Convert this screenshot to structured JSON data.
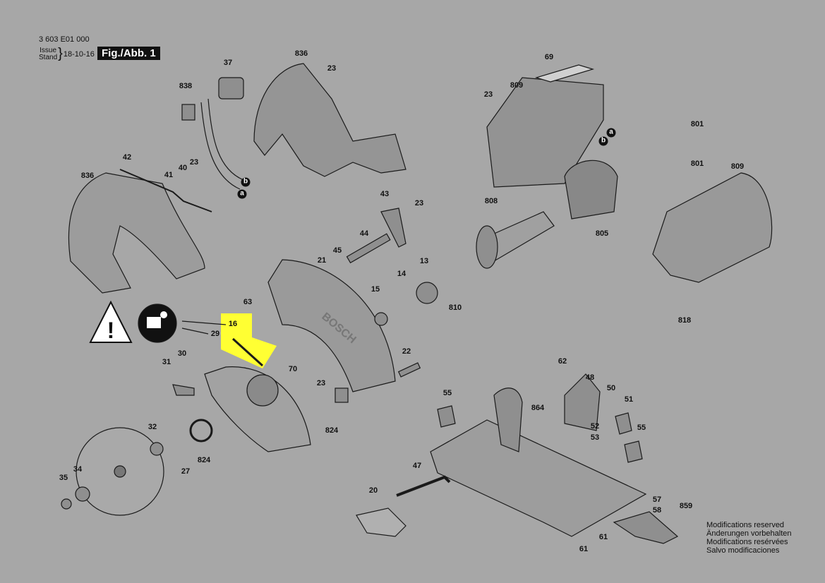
{
  "header": {
    "doc_number": "3 603 E01 000",
    "issue_label": "Issue",
    "stand_label": "Stand",
    "date": "18-10-16",
    "figure": "Fig./Abb. 1"
  },
  "footer": {
    "lines": [
      "Modifications reserved",
      "Änderungen vorbehalten",
      "Modifications resérvées",
      "Salvo modificaciones"
    ]
  },
  "markers": [
    "a",
    "b"
  ],
  "parts": [
    "836",
    "37",
    "23",
    "838",
    "42",
    "836",
    "41",
    "40",
    "23",
    "69",
    "23",
    "809",
    "801",
    "801",
    "809",
    "808",
    "805",
    "43",
    "23",
    "44",
    "45",
    "21",
    "13",
    "14",
    "15",
    "810",
    "63",
    "16",
    "29",
    "70",
    "22",
    "23",
    "824",
    "30",
    "31",
    "32",
    "824",
    "27",
    "34",
    "35",
    "818",
    "62",
    "48",
    "50",
    "51",
    "55",
    "864",
    "52",
    "53",
    "55",
    "47",
    "20",
    "57",
    "58",
    "859",
    "61",
    "61"
  ],
  "highlight": {
    "part": "16",
    "color": "#ffff33"
  },
  "colors": {
    "background": "#a7a7a7",
    "line": "#1a1a1a",
    "part_fill": "#8c8c8c"
  }
}
